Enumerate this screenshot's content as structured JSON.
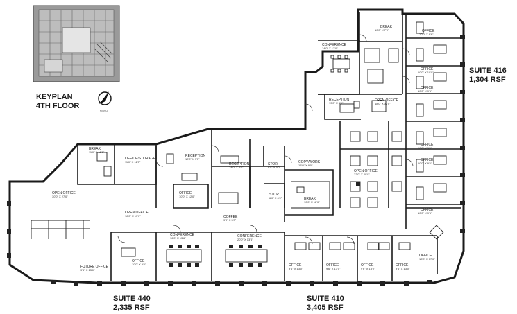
{
  "keyplan": {
    "title_line1": "KEYPLAN",
    "title_line2": "4TH FLOOR",
    "north_label": "NORTH"
  },
  "suites": [
    {
      "id": "suite-416",
      "name": "SUITE 416",
      "area": "1,304 RSF"
    },
    {
      "id": "suite-440",
      "name": "SUITE 440",
      "area": "2,335 RSF"
    },
    {
      "id": "suite-410",
      "name": "SUITE 410",
      "area": "3,405 RSF"
    }
  ],
  "rooms": [
    {
      "name": "BREAK",
      "dims": "10'0\" X 7'0\""
    },
    {
      "name": "OFFICE",
      "dims": "10'0\" X 9'6\""
    },
    {
      "name": "CONFERENCE",
      "dims": "14'0\" X 12'0\""
    },
    {
      "name": "OFFICE",
      "dims": "10'0\" X 10'0\""
    },
    {
      "name": "OFFICE",
      "dims": "10'0\" X 9'6\""
    },
    {
      "name": "RECEPTION",
      "dims": "13'0\" X 8'0\""
    },
    {
      "name": "OPEN OFFICE",
      "dims": "18'0\" X 32'0\""
    },
    {
      "name": "OFFICE",
      "dims": "10'0\" X 9'6\""
    },
    {
      "name": "OFFICE",
      "dims": "10'0\" X 9'6\""
    },
    {
      "name": "OFFICE",
      "dims": "10'0\" X 9'6\""
    },
    {
      "name": "BREAK",
      "dims": "11'0\" X 12'0\""
    },
    {
      "name": "OFFICE/STORAGE",
      "dims": "11'0\" X 12'0\""
    },
    {
      "name": "RECEPTION",
      "dims": "10'0\" X 9'0\""
    },
    {
      "name": "RECEPTION",
      "dims": "14'0\" X 9'0\""
    },
    {
      "name": "STOR",
      "dims": "6'0\" X 9'0\""
    },
    {
      "name": "COPY/WORK",
      "dims": "15'0\" X 9'0\""
    },
    {
      "name": "OPEN OFFICE",
      "dims": "22'0\" X 20'0\""
    },
    {
      "name": "OFFICE",
      "dims": "10'0\" X 12'0\""
    },
    {
      "name": "STOR",
      "dims": "6'0\" X 6'0\""
    },
    {
      "name": "BREAK",
      "dims": "10'0\" X 12'0\""
    },
    {
      "name": "OPEN OFFICE",
      "dims": "30'0\" X 27'0\""
    },
    {
      "name": "OPEN OFFICE",
      "dims": "18'0\" X 13'0\""
    },
    {
      "name": "COFFEE",
      "dims": "9'0\" X 5'0\""
    },
    {
      "name": "CONFERENCE",
      "dims": "16'0\" X 13'6\""
    },
    {
      "name": "CONFERENCE",
      "dims": "20'0\" X 13'6\""
    },
    {
      "name": "OFFICE",
      "dims": "10'0\" X 9'0\""
    },
    {
      "name": "FUTURE OFFICE",
      "dims": "9'6\" X 13'0\""
    },
    {
      "name": "OFFICE",
      "dims": "9'6\" X 13'0\""
    },
    {
      "name": "OFFICE",
      "dims": "9'6\" X 13'0\""
    },
    {
      "name": "OFFICE",
      "dims": "9'6\" X 13'0\""
    },
    {
      "name": "OFFICE",
      "dims": "9'6\" X 13'0\""
    },
    {
      "name": "OFFICE",
      "dims": "13'0\" X 17'0\""
    }
  ]
}
